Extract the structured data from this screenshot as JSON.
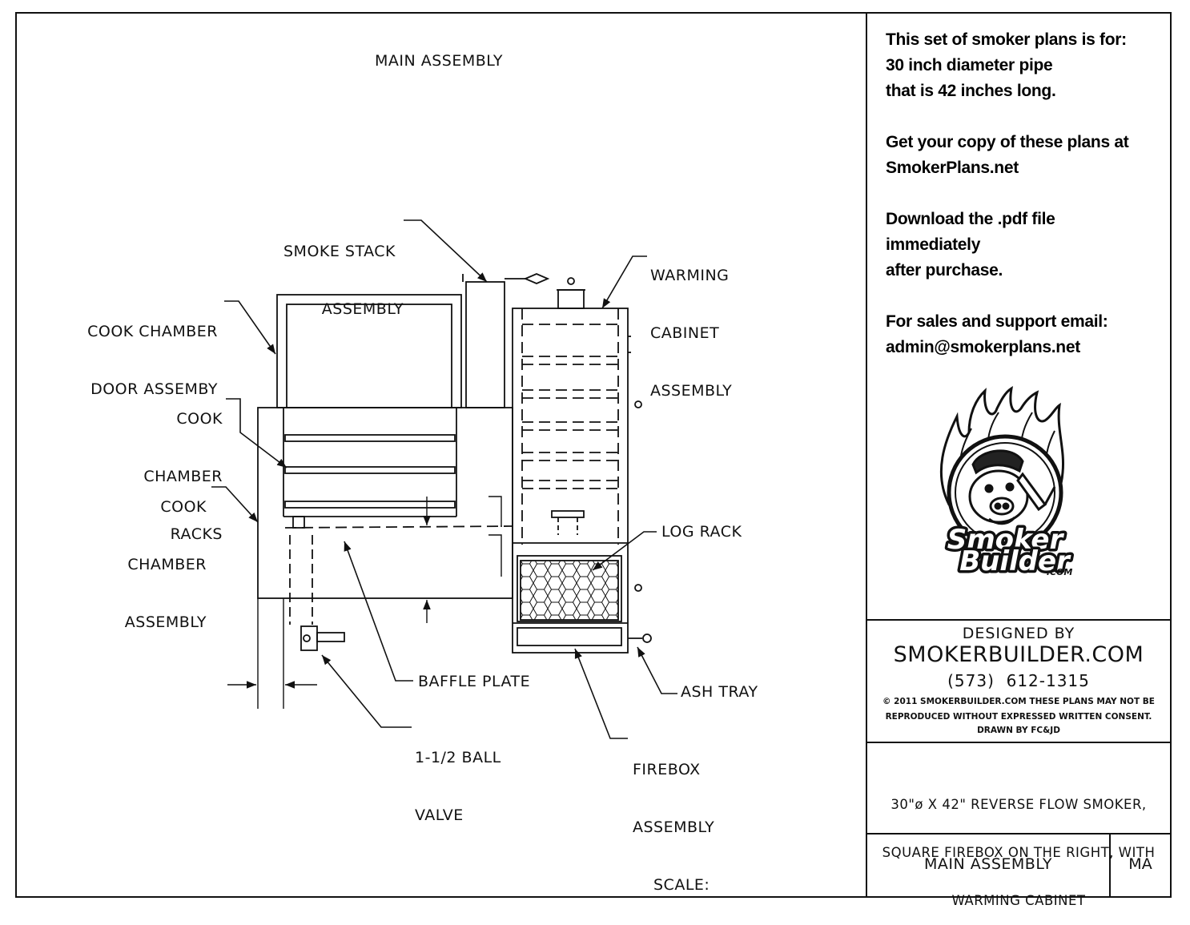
{
  "drawing": {
    "view_title": "MAIN ASSEMBLY",
    "scale_label": "SCALE:",
    "callouts": {
      "smoke_stack_1": "SMOKE STACK",
      "smoke_stack_2": "ASSEMBLY",
      "warming_1": "WARMING",
      "warming_2": "CABINET",
      "warming_3": "ASSEMBLY",
      "door_1": "COOK CHAMBER",
      "door_2": "DOOR ASSEMBY",
      "racks_1": "COOK",
      "racks_2": "CHAMBER",
      "racks_3": "RACKS",
      "chamber_1": "COOK",
      "chamber_2": "CHAMBER",
      "chamber_3": "ASSEMBLY",
      "log_rack": "LOG RACK",
      "baffle": "BAFFLE PLATE",
      "ash_tray": "ASH TRAY",
      "valve_1": "1-1/2 BALL",
      "valve_2": "VALVE",
      "firebox_1": "FIREBOX",
      "firebox_2": "ASSEMBLY"
    }
  },
  "promo": {
    "line1": "This set of smoker plans is for:",
    "line2": "30 inch diameter pipe",
    "line3": "that is 42 inches long.",
    "line4": "Get your copy of these plans at",
    "line5": "SmokerPlans.net",
    "line6": "Download the .pdf file",
    "line7": "immediately",
    "line8": "after purchase.",
    "line9": "For sales and support email:",
    "line10": "admin@smokerplans.net"
  },
  "logo": {
    "icon": "smokerbuilder-pig-logo",
    "word1": "Smoker",
    "word2": "Builder",
    "suffix": ".COM"
  },
  "title_block": {
    "designed_by": "DESIGNED BY",
    "company": "SMOKERBUILDER.COM",
    "phone": "(573)  612-1315",
    "copyright_1": "© 2011 SMOKERBUILDER.COM THESE PLANS MAY NOT BE",
    "copyright_2": "REPRODUCED WITHOUT EXPRESSED WRITTEN CONSENT.",
    "copyright_3": "DRAWN BY FC&JD",
    "desc_1": "30\"ø X 42\" REVERSE FLOW SMOKER,",
    "desc_2": "SQUARE FIREBOX ON THE RIGHT, WITH",
    "desc_3": "WARMING CABINET",
    "sheet_name": "MAIN ASSEMBLY",
    "sheet_code": "MA"
  }
}
